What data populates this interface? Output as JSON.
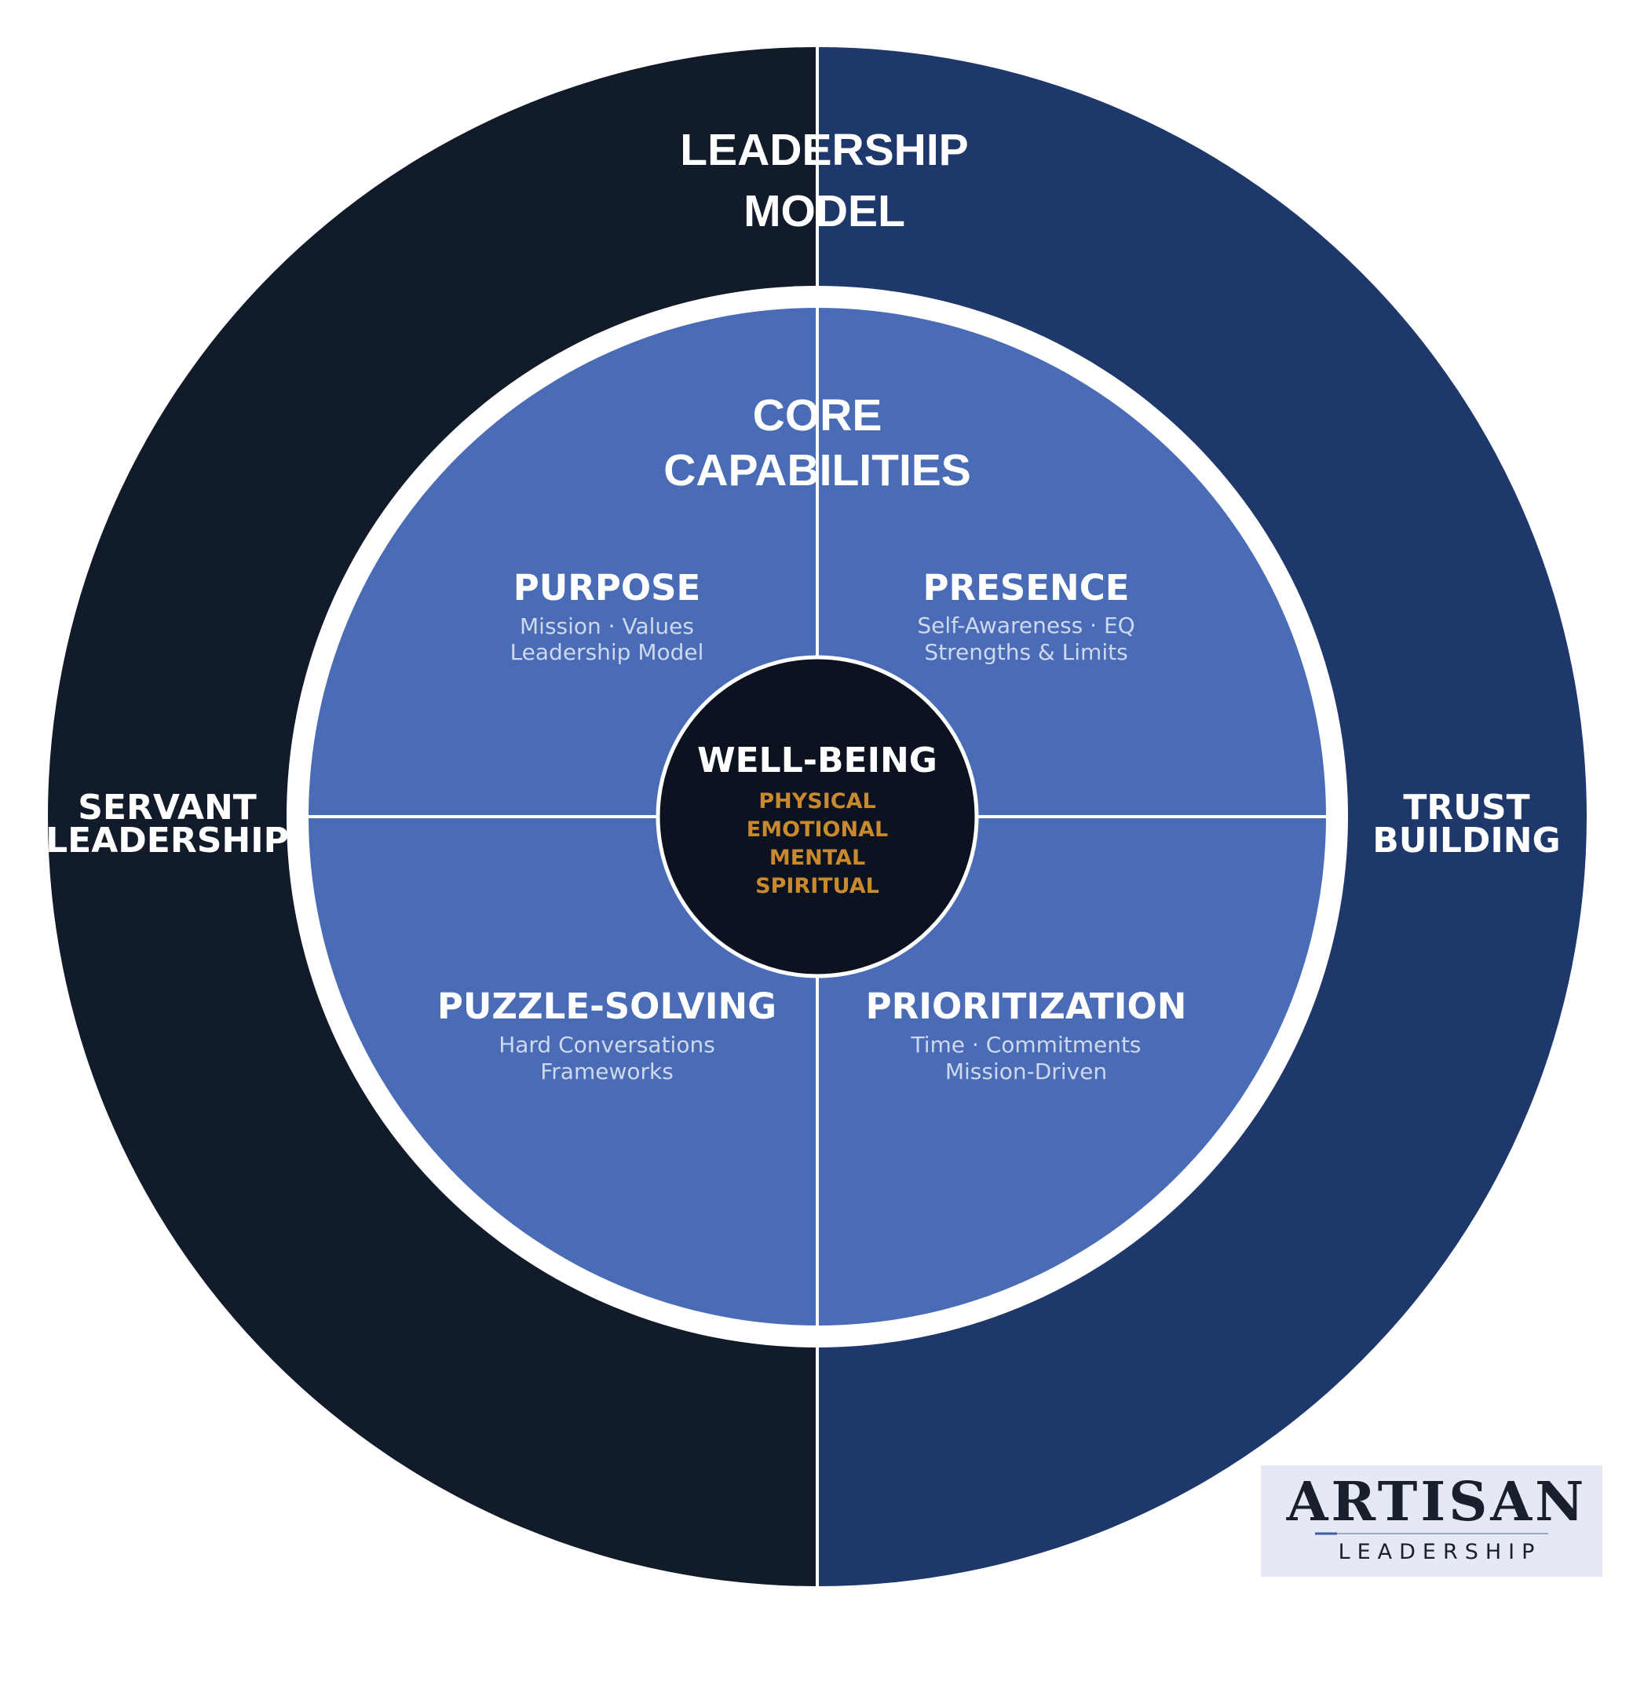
{
  "outer_ring": {
    "title_lines": [
      "LEADERSHIP",
      "MODEL"
    ],
    "left_label_lines": [
      "SERVANT",
      "LEADERSHIP"
    ],
    "right_label_lines": [
      "TRUST",
      "BUILDING"
    ]
  },
  "core": {
    "title_lines": [
      "CORE",
      "CAPABILITIES"
    ],
    "quadrants": {
      "purpose": {
        "title": "PURPOSE",
        "lines": [
          "Mission · Values",
          "Leadership Model"
        ]
      },
      "presence": {
        "title": "PRESENCE",
        "lines": [
          "Self-Awareness · EQ",
          "Strengths & Limits"
        ]
      },
      "puzzle_solving": {
        "title": "PUZZLE-SOLVING",
        "lines": [
          "Hard Conversations",
          "Frameworks"
        ]
      },
      "prioritization": {
        "title": "PRIORITIZATION",
        "lines": [
          "Time · Commitments",
          "Mission-Driven"
        ]
      }
    }
  },
  "wellbeing": {
    "title": "WELL-BEING",
    "items": [
      "PHYSICAL",
      "EMOTIONAL",
      "MENTAL",
      "SPIRITUAL"
    ]
  },
  "logo": {
    "main": "ARTISAN",
    "sub": "LEADERSHIP"
  },
  "colors": {
    "outer_left": "#111b29",
    "outer_right": "#1f386b",
    "quadrant_fill": "#4a6bb5",
    "center_fill": "#0c1220",
    "accent_orange": "#c98a2e",
    "logo_bg": "#e4e9f5"
  }
}
